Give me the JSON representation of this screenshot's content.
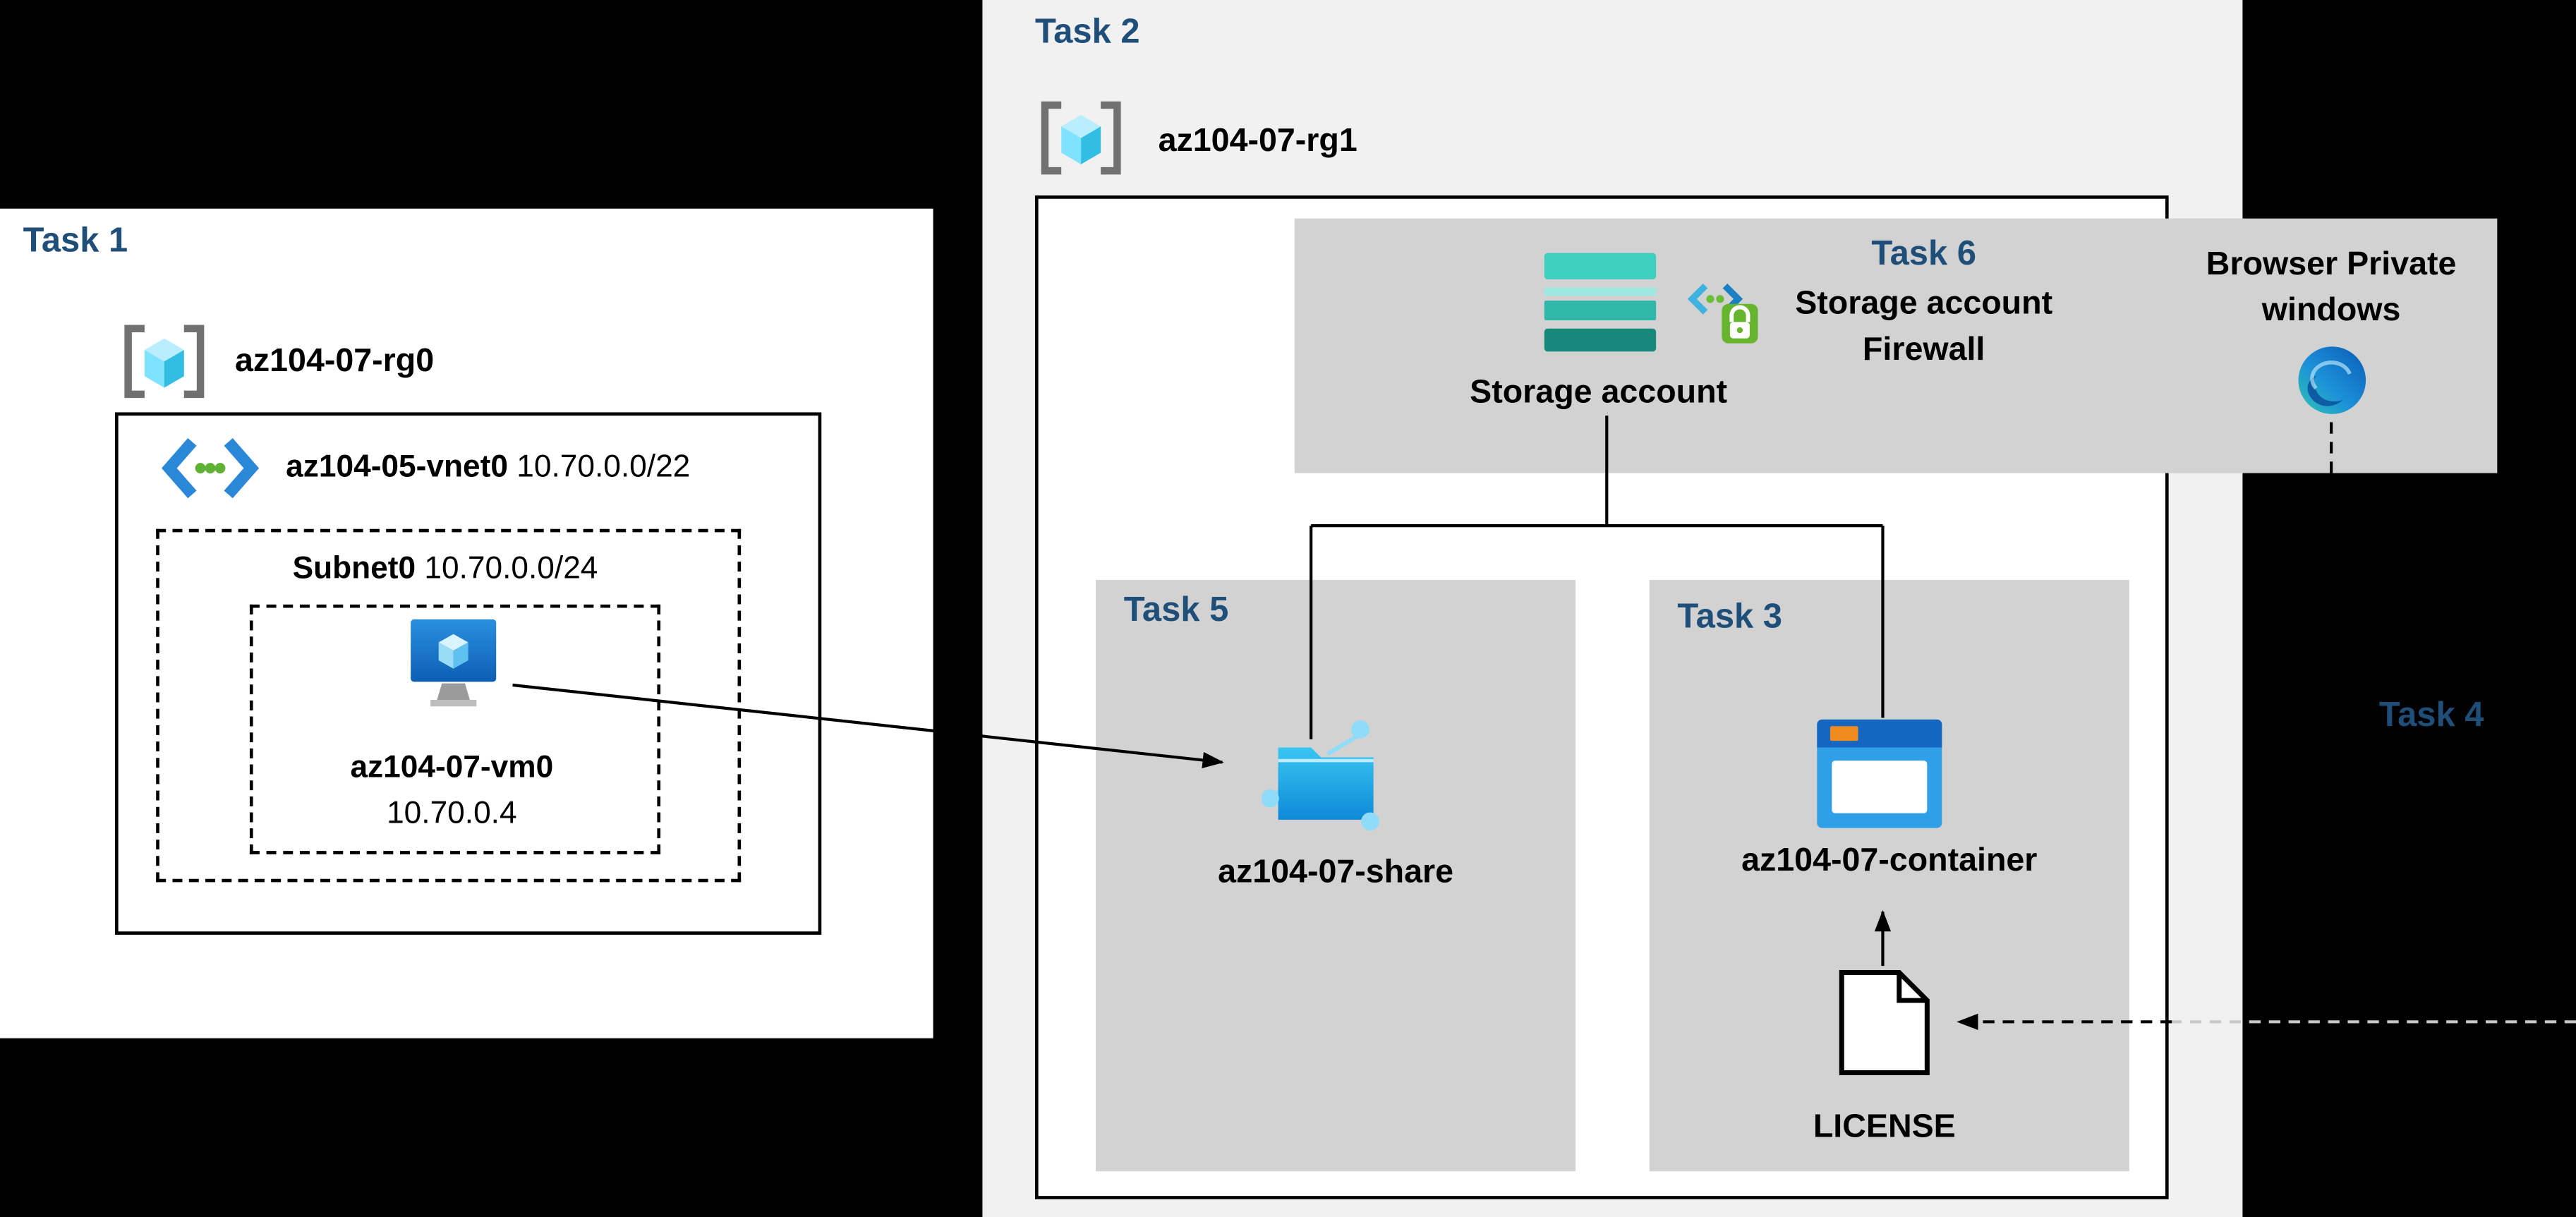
{
  "colors": {
    "background": "#000000",
    "task_heading": "#1f4e79",
    "panel_white": "#ffffff",
    "panel_light_gray": "#f1f1f1",
    "box_gray": "#d2d2d2"
  },
  "task1": {
    "heading": "Task 1",
    "resource_group": "az104-07-rg0",
    "vnet": {
      "name": "az104-05-vnet0",
      "cidr": "10.70.0.0/22"
    },
    "subnet": {
      "name": "Subnet0",
      "cidr": "10.70.0.0/24"
    },
    "vm": {
      "name": "az104-07-vm0",
      "ip": "10.70.0.4"
    }
  },
  "task2": {
    "heading": "Task 2",
    "resource_group": "az104-07-rg1",
    "storage_caption": "Storage account",
    "task6": {
      "heading": "Task 6",
      "line1": "Storage account",
      "line2": "Firewall"
    },
    "browser": {
      "line1": "Browser Private",
      "line2": "windows"
    },
    "task5": {
      "heading": "Task 5",
      "share_name": "az104-07-share"
    },
    "task3": {
      "heading": "Task 3",
      "container_name": "az104-07-container",
      "license_caption": "LICENSE"
    },
    "task4": {
      "heading": "Task 4"
    }
  },
  "icons": {
    "resource_group": "resource-group-icon",
    "virtual_network": "vnet-icon",
    "virtual_machine": "vm-icon",
    "storage_account": "storage-account-icon",
    "storage_firewall": "storage-firewall-icon",
    "edge_browser": "edge-browser-icon",
    "file_share": "file-share-icon",
    "blob_container": "blob-container-icon",
    "license_file": "license-file-icon"
  }
}
